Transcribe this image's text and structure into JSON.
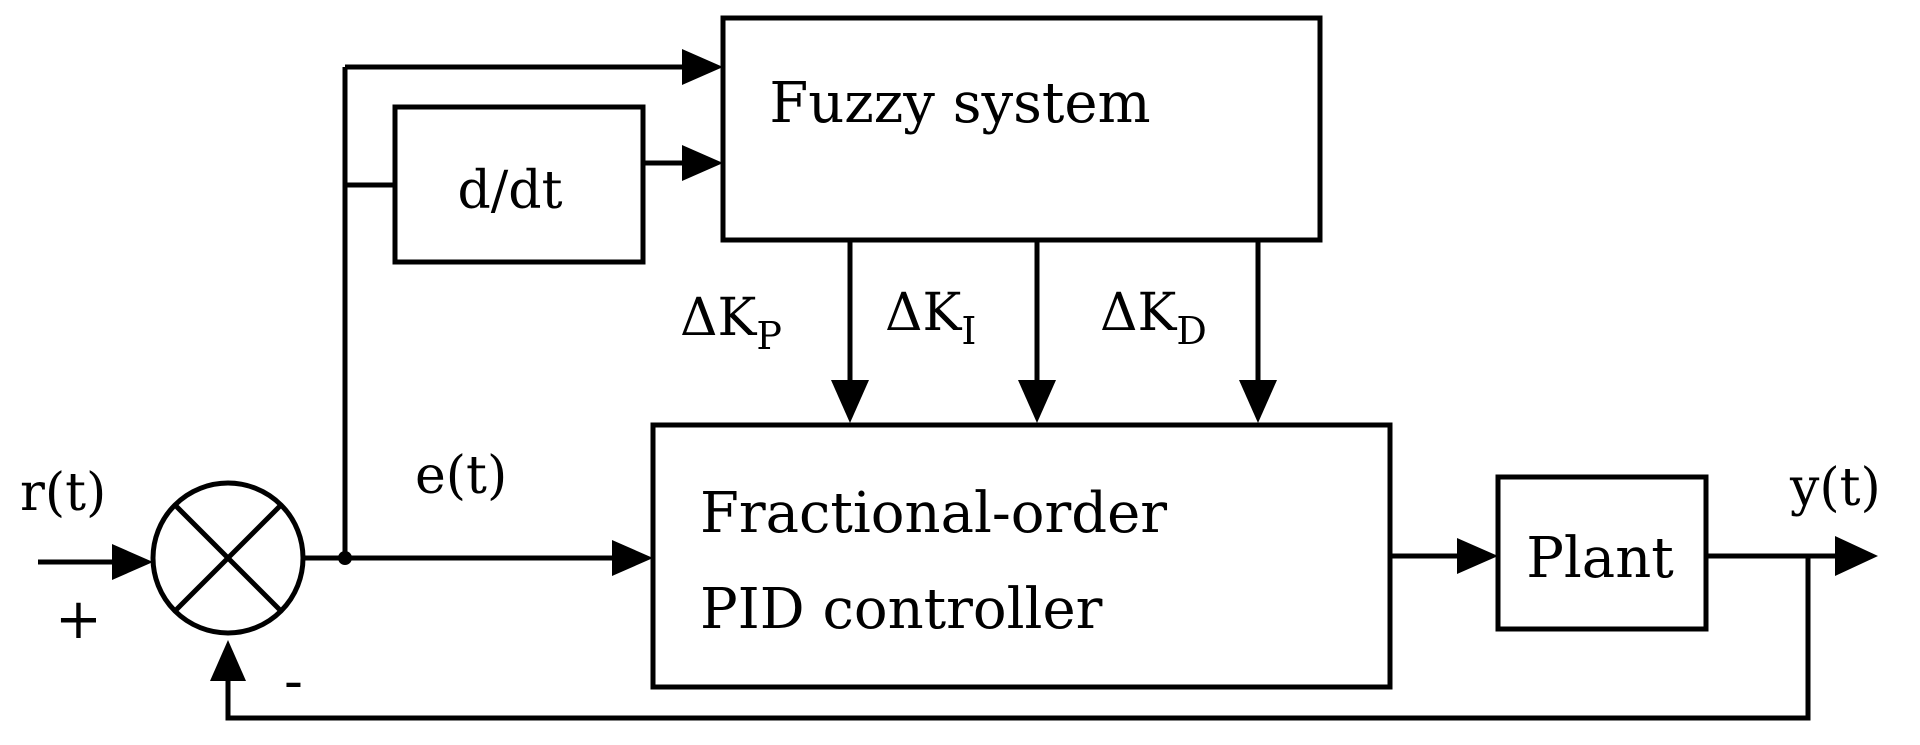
{
  "blocks": {
    "fuzzy": "Fuzzy system",
    "derivative": "d/dt",
    "controller_line1": "Fractional-order",
    "controller_line2": "PID controller",
    "plant": "Plant"
  },
  "signals": {
    "reference": "r(t)",
    "error": "e(t)",
    "output": "y(t)",
    "plus": "+",
    "minus": "-"
  },
  "gains": {
    "kp": {
      "delta": "ΔK",
      "sub": "P"
    },
    "ki": {
      "delta": "ΔK",
      "sub": "I"
    },
    "kd": {
      "delta": "ΔK",
      "sub": "D"
    }
  }
}
